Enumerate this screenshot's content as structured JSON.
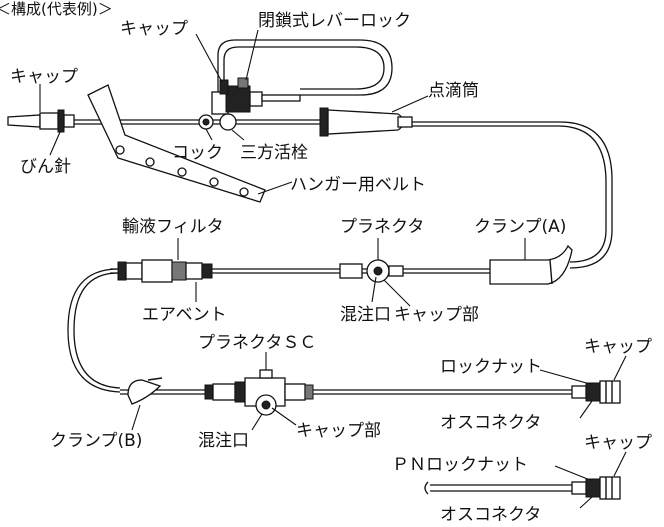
{
  "diagram": {
    "title": "＜構成(代表例)＞",
    "labels": {
      "cap_top": "キャップ",
      "lever_lock": "閉鎖式レバーロック",
      "cap_left": "キャップ",
      "drip_chamber": "点滴筒",
      "bottle_needle": "びん針",
      "cock": "コック",
      "three_way_stopcock": "三方活栓",
      "hanger_belt": "ハンガー用ベルト",
      "infusion_filter": "輸液フィルタ",
      "planecta": "プラネクタ",
      "clamp_a": "クランプ(A)",
      "air_vent": "エアベント",
      "injection_port_1": "混注口",
      "cap_part_1": "キャップ部",
      "planecta_sc": "プラネクタＳＣ",
      "lock_nut": "ロックナット",
      "cap_right_1": "キャップ",
      "male_connector_1": "オスコネクタ",
      "clamp_b": "クランプ(B)",
      "injection_port_2": "混注口",
      "cap_part_2": "キャップ部",
      "pn_lock_nut": "ＰＮロックナット",
      "cap_right_2": "キャップ",
      "male_connector_2": "オスコネクタ"
    }
  }
}
